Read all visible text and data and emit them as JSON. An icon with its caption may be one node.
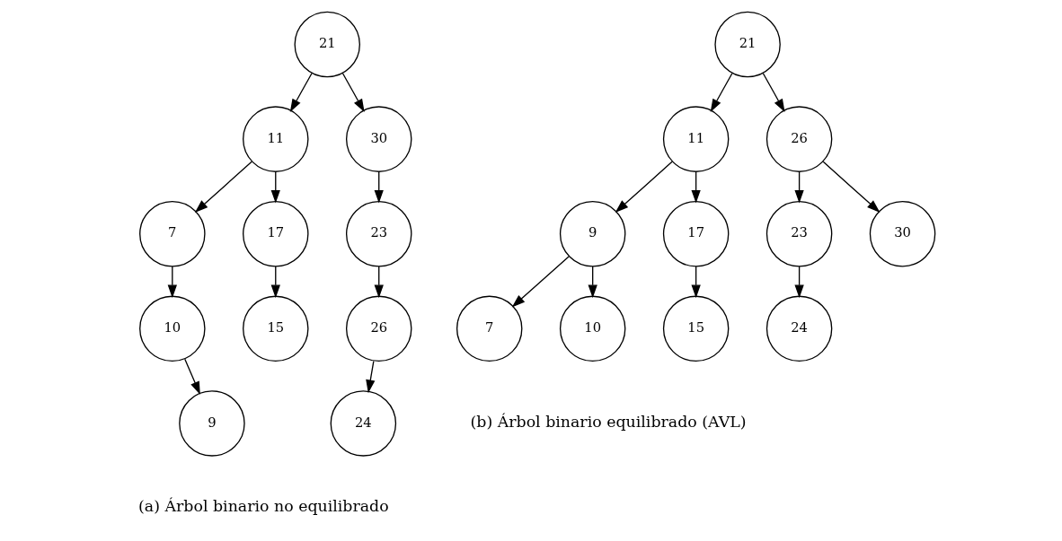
{
  "diagram": {
    "nodes": [
      {
        "text": [
          "21"
        ]
      },
      {
        "text": [
          "11"
        ]
      },
      {
        "text": [
          "30"
        ]
      },
      {
        "text": [
          "7"
        ]
      },
      {
        "text": [
          "17"
        ]
      },
      {
        "text": [
          "23"
        ]
      },
      {
        "text": [
          "10"
        ]
      },
      {
        "text": [
          "15"
        ]
      },
      {
        "text": [
          "26"
        ]
      },
      {
        "text": [
          "9"
        ]
      },
      {
        "text": [
          "24"
        ]
      },
      {
        "text": [
          "21"
        ]
      },
      {
        "text": [
          "11"
        ]
      },
      {
        "text": [
          "26"
        ]
      },
      {
        "text": [
          "9"
        ]
      },
      {
        "text": [
          "17"
        ]
      },
      {
        "text": [
          "23"
        ]
      },
      {
        "text": [
          "30"
        ]
      },
      {
        "text": [
          "7"
        ]
      },
      {
        "text": [
          "10"
        ]
      },
      {
        "text": [
          "15"
        ]
      },
      {
        "text": [
          "24"
        ]
      }
    ],
    "edges": [
      {
        "from": 0,
        "to": 1,
        "arrow": "to"
      },
      {
        "from": 0,
        "to": 2,
        "arrow": "to"
      },
      {
        "from": 1,
        "to": 3,
        "arrow": "to"
      },
      {
        "from": 1,
        "to": 4,
        "arrow": "to"
      },
      {
        "from": 2,
        "to": 5,
        "arrow": "to"
      },
      {
        "from": 3,
        "to": 6,
        "arrow": "to"
      },
      {
        "from": 4,
        "to": 7,
        "arrow": "to"
      },
      {
        "from": 5,
        "to": 8,
        "arrow": "to"
      },
      {
        "from": 6,
        "to": 9,
        "arrow": "to"
      },
      {
        "from": 8,
        "to": 10,
        "arrow": "to"
      },
      {
        "from": 11,
        "to": 12,
        "arrow": "to"
      },
      {
        "from": 11,
        "to": 13,
        "arrow": "to"
      },
      {
        "from": 12,
        "to": 14,
        "arrow": "to"
      },
      {
        "from": 12,
        "to": 15,
        "arrow": "to"
      },
      {
        "from": 13,
        "to": 16,
        "arrow": "to"
      },
      {
        "from": 13,
        "to": 17,
        "arrow": "to"
      },
      {
        "from": 14,
        "to": 18,
        "arrow": "to"
      },
      {
        "from": 14,
        "to": 19,
        "arrow": "to"
      },
      {
        "from": 15,
        "to": 20,
        "arrow": "to"
      },
      {
        "from": 16,
        "to": 21,
        "arrow": "to"
      }
    ],
    "labels": [
      "(a) Árbol binario no equilibrado",
      "(b) Árbol binario equilibrado (AVL)"
    ]
  }
}
